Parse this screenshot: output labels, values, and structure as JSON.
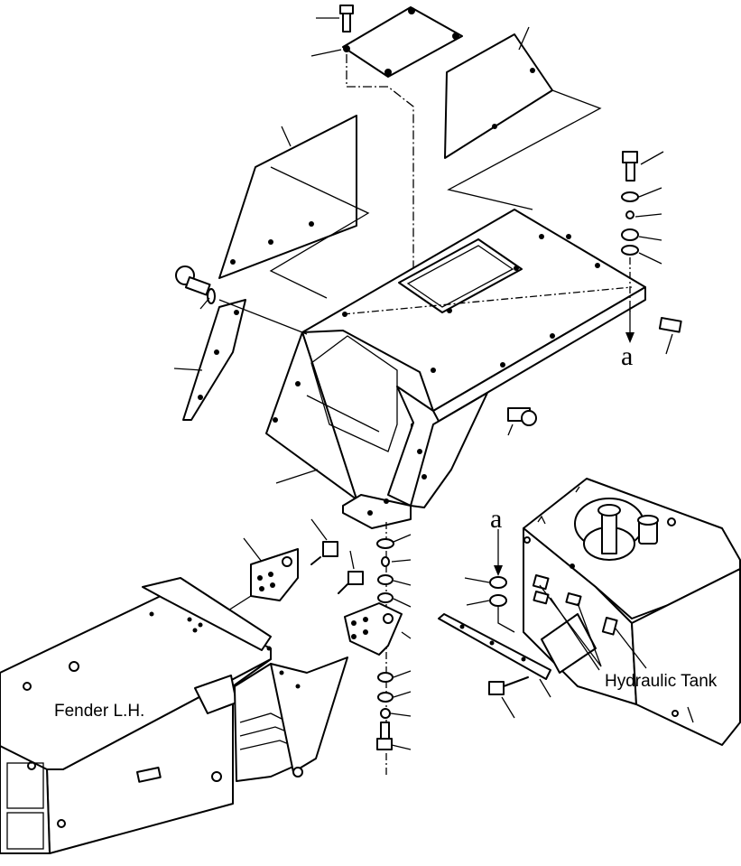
{
  "labels": {
    "fender": "Fender L.H.",
    "tank": "Hydraulic Tank",
    "ref_top": "a",
    "ref_bottom": "a"
  }
}
